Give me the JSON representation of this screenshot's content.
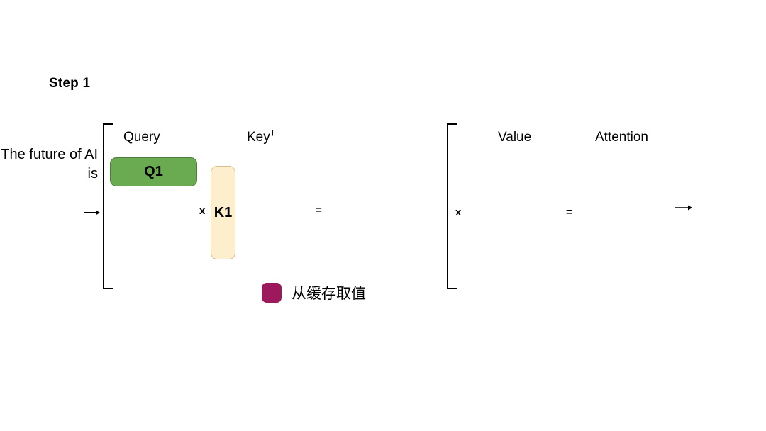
{
  "diagram": {
    "title": "Step 1",
    "prompt": "The future of AI is",
    "icons": {
      "input_arrow": "arrow-right-icon",
      "output_arrow": "arrow-right-icon"
    },
    "column_labels": {
      "query": "Query",
      "key": "Key",
      "key_superscript": "T",
      "value": "Value",
      "attention": "Attention"
    },
    "blocks": [
      {
        "id": "q1",
        "label": "Q1",
        "color": "#6aab51",
        "border": "#4f7d3c",
        "shape": "row"
      },
      {
        "id": "k1",
        "label": "K1",
        "color": "#fdefcd",
        "border": "#d4bd8a",
        "shape": "column"
      }
    ],
    "operators": {
      "multiply_qk": "x",
      "equals_scores": "=",
      "multiply_v": "x",
      "equals_attention": "="
    },
    "legend": {
      "label": "从缓存取值",
      "color": "#9c1a5c"
    }
  }
}
